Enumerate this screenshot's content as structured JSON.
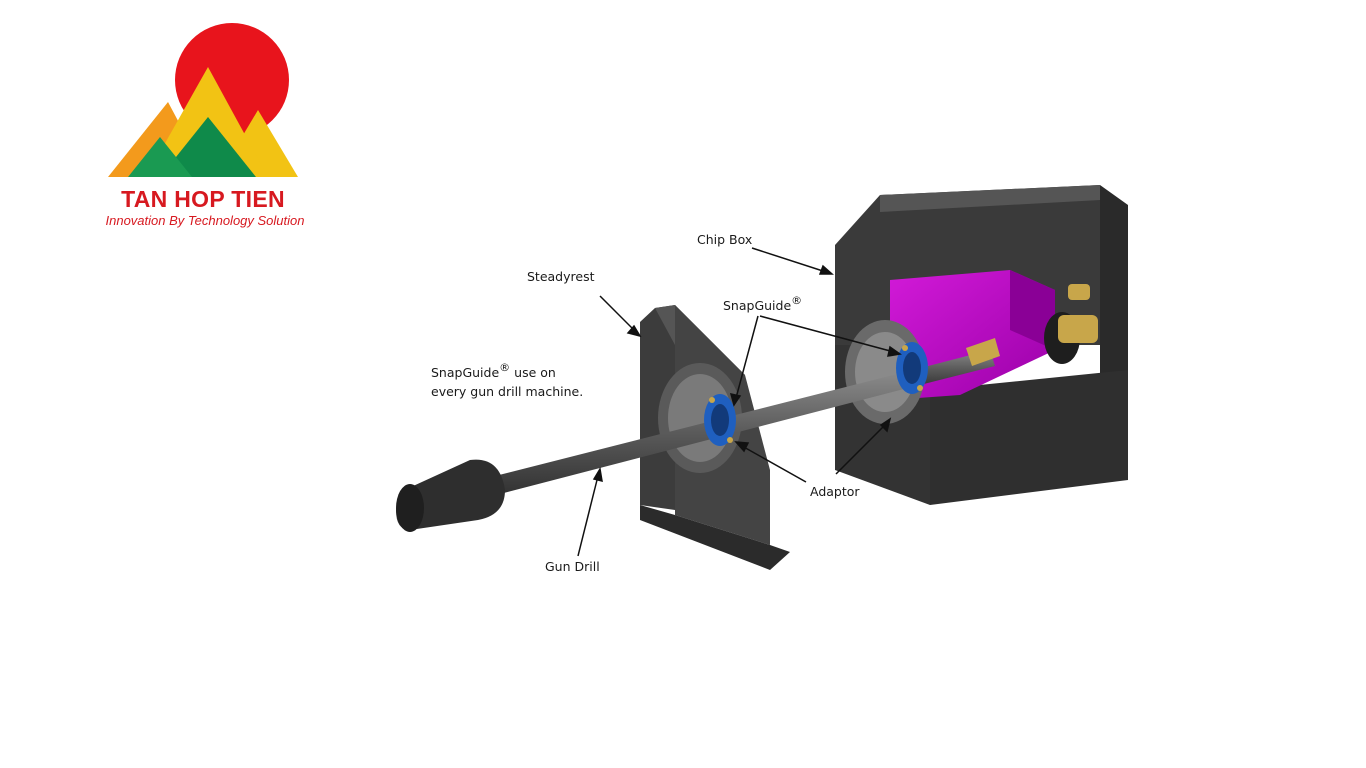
{
  "brand": {
    "name": "TAN HOP TIEN",
    "tagline": "Innovation By Technology Solution",
    "colors": {
      "red": "#d71920",
      "sun": "#e8141c",
      "yellow": "#f2c314",
      "orange": "#f39a1c",
      "green": "#0f8a4a"
    }
  },
  "diagram": {
    "labels": {
      "chip_box": "Chip Box",
      "steadyrest": "Steadyrest",
      "snapguide": "SnapGuide",
      "snapguide_note_line1_name": "SnapGuide",
      "snapguide_note_line1_rest": " use on",
      "snapguide_note_line2": "every gun drill machine.",
      "registered_mark": "®",
      "adaptor": "Adaptor",
      "gun_drill": "Gun Drill"
    },
    "colors": {
      "body_dark": "#3a3a3a",
      "body_mid": "#555555",
      "cavity": "#c000c8",
      "cavity_shade": "#8a0096",
      "guide_blue": "#1f5fbf",
      "brass": "#c8a64a"
    }
  }
}
